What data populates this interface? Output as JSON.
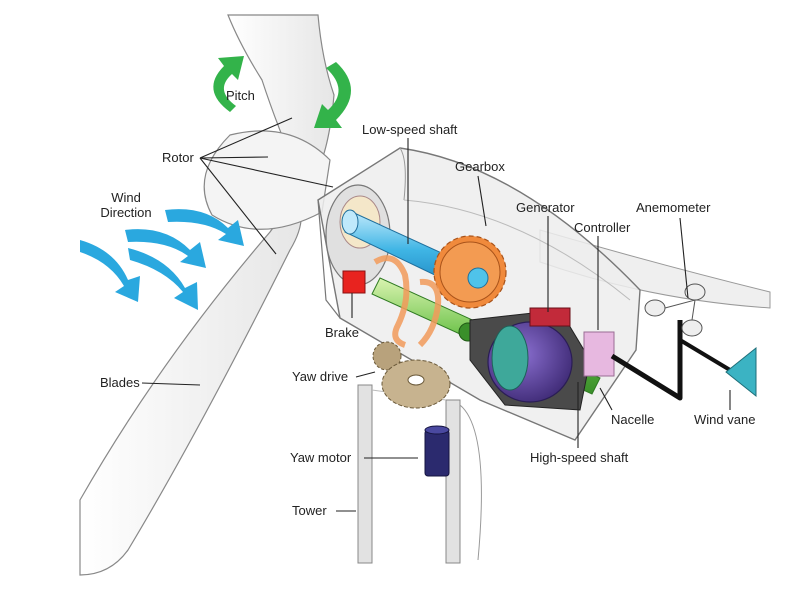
{
  "colors": {
    "wind_arrow": "#2aa8df",
    "pitch_arrow": "#33b34a",
    "low_speed_shaft": "#3fb5e5",
    "gear": "#f08a3c",
    "generator": "#5b3f9e",
    "brake": "#e8231f",
    "yaw_motor": "#2b2a6e",
    "wind_vane": "#3bb3c3",
    "controller": "#e7b8e0"
  },
  "labels": {
    "pitch": "Pitch",
    "rotor": "Rotor",
    "wind_direction_line1": "Wind",
    "wind_direction_line2": "Direction",
    "low_speed_shaft": "Low-speed shaft",
    "gearbox": "Gearbox",
    "generator": "Generator",
    "controller": "Controller",
    "anemometer": "Anemometer",
    "brake": "Brake",
    "yaw_drive": "Yaw drive",
    "blades": "Blades",
    "yaw_motor": "Yaw motor",
    "tower": "Tower",
    "nacelle": "Nacelle",
    "wind_vane": "Wind vane",
    "high_speed_shaft": "High-speed shaft"
  }
}
